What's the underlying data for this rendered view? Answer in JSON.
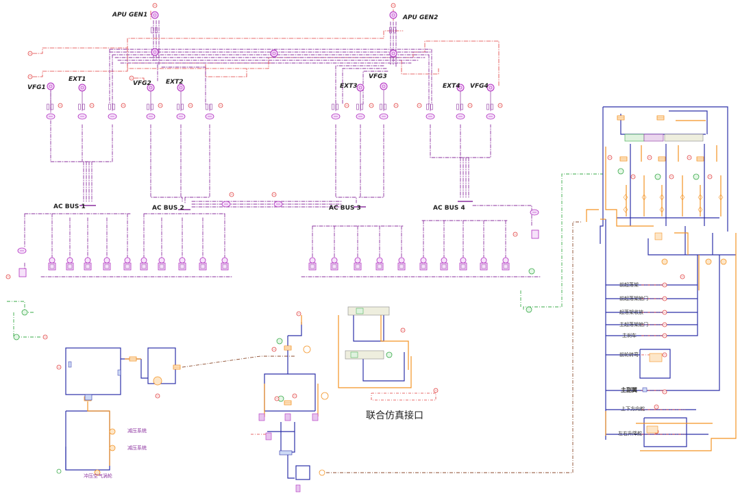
{
  "labels": {
    "apu_gen1": "APU GEN1",
    "apu_gen2": "APU GEN2",
    "vfg1": "VFG1",
    "ext1": "EXT1",
    "vfg2": "VFG2",
    "ext2": "EXT2",
    "ext3": "EXT3",
    "vfg3": "VFG3",
    "ext4": "EXT4",
    "vfg4": "VFG4",
    "ac_bus1": "AC BUS 1",
    "ac_bus2": "AC BUS 2",
    "ac_bus3": "AC BUS 3",
    "ac_bus4": "AC BUS 4",
    "cosim_interface": "联合仿真接口"
  },
  "right_panel_labels": [
    "前起落架",
    "前起落架舱门",
    "起落架收放",
    "主起落架舱门",
    "主刹车",
    "前轮转弯",
    "主副翼",
    "上下方向舵",
    "左右升降舵"
  ],
  "lower_left_labels": [
    "减压系统",
    "减压系统",
    "冲压空气涡轮"
  ],
  "colors": {
    "ac_purple": "#8a2f9e",
    "bus_magenta": "#c026d3",
    "hydraulic_blue": "#2b2fa8",
    "orange": "#f39222",
    "control_green": "#35a845",
    "signal_red": "#e03a3a",
    "link_brown": "#8b4a2b"
  }
}
